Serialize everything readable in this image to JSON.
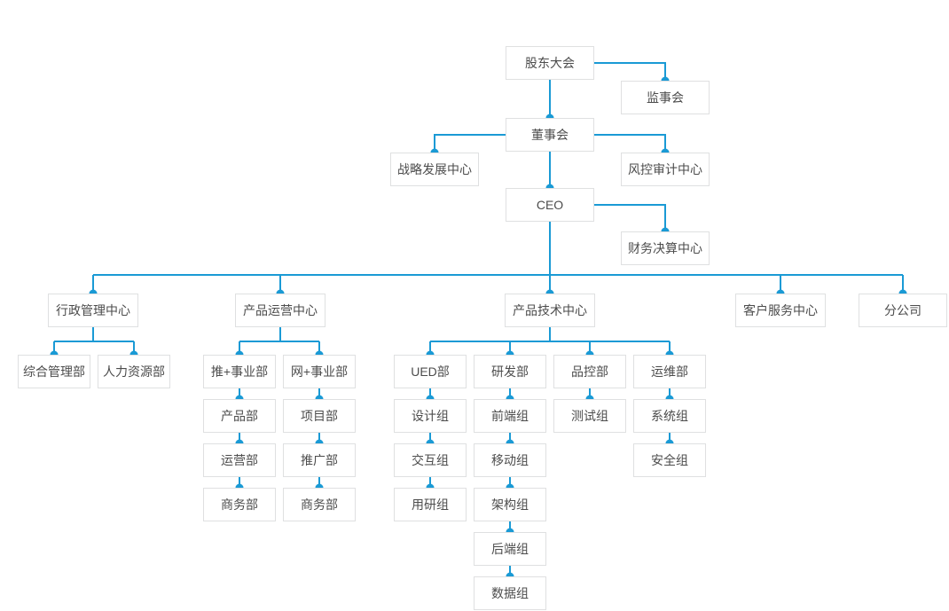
{
  "chart": {
    "type": "org-chart",
    "accent_color": "#1a9ad5",
    "node_border_color": "#dfe0e1",
    "node_text_color": "#4c4c4c",
    "nodes": {
      "shareholders": {
        "label": "股东大会"
      },
      "supervisory_board": {
        "label": "监事会"
      },
      "board_of_directors": {
        "label": "董事会"
      },
      "strategy_center": {
        "label": "战略发展中心"
      },
      "risk_audit_center": {
        "label": "风控审计中心"
      },
      "ceo": {
        "label": "CEO"
      },
      "finance_center": {
        "label": "财务决算中心"
      },
      "admin_center": {
        "label": "行政管理中心"
      },
      "product_ops_center": {
        "label": "产品运营中心"
      },
      "product_tech_center": {
        "label": "产品技术中心"
      },
      "customer_service_center": {
        "label": "客户服务中心"
      },
      "branch_company": {
        "label": "分公司"
      },
      "general_admin_dept": {
        "label": "综合管理部"
      },
      "hr_dept": {
        "label": "人力资源部"
      },
      "tui_division": {
        "label": "推+事业部"
      },
      "wang_division": {
        "label": "网+事业部"
      },
      "product_dept": {
        "label": "产品部"
      },
      "operations_dept": {
        "label": "运营部"
      },
      "business_dept_tui": {
        "label": "商务部"
      },
      "project_dept": {
        "label": "项目部"
      },
      "promotion_dept": {
        "label": "推广部"
      },
      "business_dept_wang": {
        "label": "商务部"
      },
      "ued_dept": {
        "label": "UED部"
      },
      "rd_dept": {
        "label": "研发部"
      },
      "qc_dept": {
        "label": "品控部"
      },
      "ops_dept": {
        "label": "运维部"
      },
      "design_group": {
        "label": "设计组"
      },
      "interaction_group": {
        "label": "交互组"
      },
      "user_research_group": {
        "label": "用研组"
      },
      "frontend_group": {
        "label": "前端组"
      },
      "mobile_group": {
        "label": "移动组"
      },
      "architecture_group": {
        "label": "架构组"
      },
      "backend_group": {
        "label": "后端组"
      },
      "data_group": {
        "label": "数据组"
      },
      "testing_group": {
        "label": "测试组"
      },
      "system_group": {
        "label": "系统组"
      },
      "security_group": {
        "label": "安全组"
      }
    }
  }
}
